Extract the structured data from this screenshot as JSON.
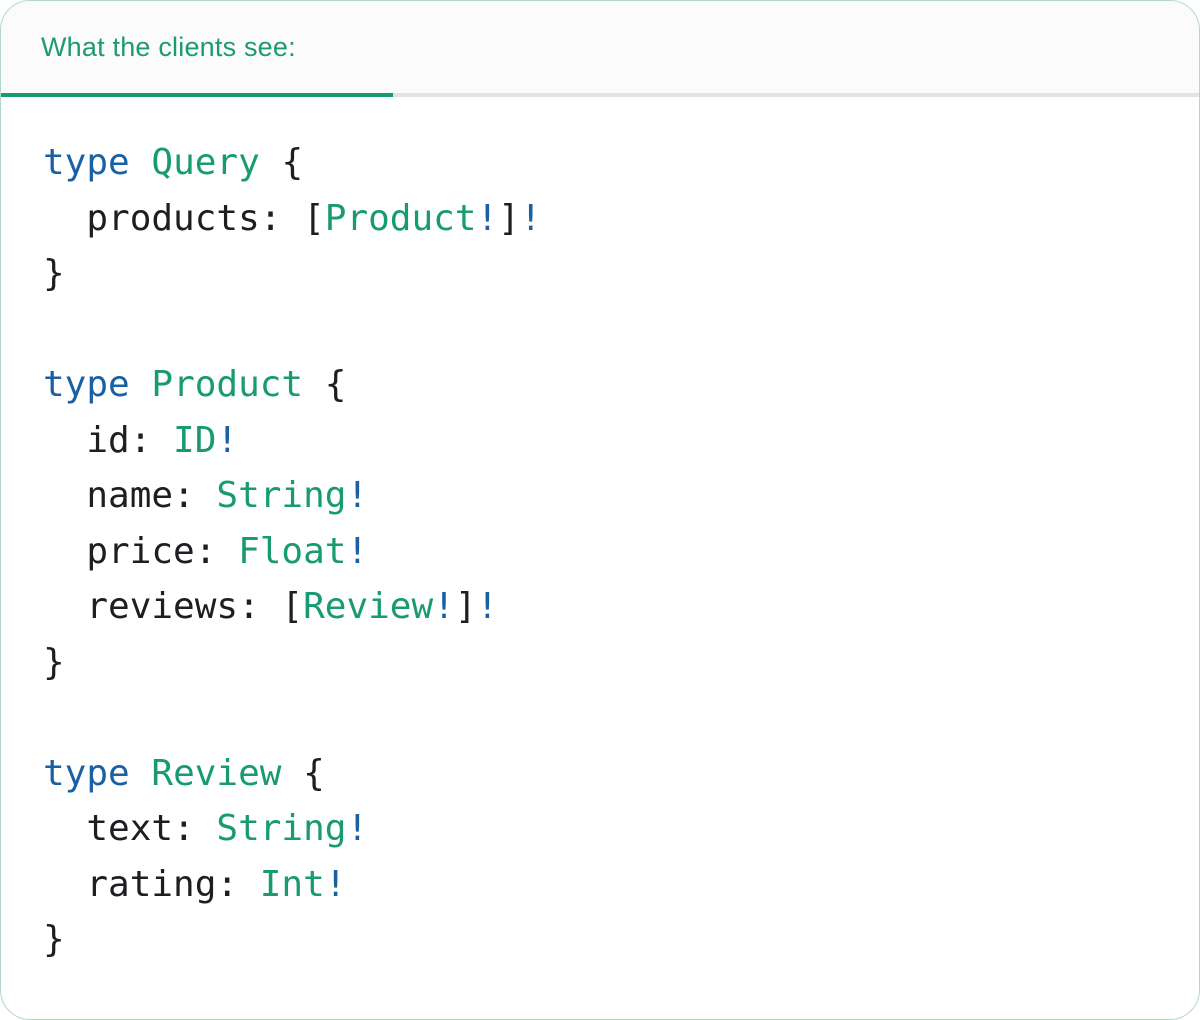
{
  "header": {
    "tab_label": "What the clients see:"
  },
  "colors": {
    "accent_green": "#189a72",
    "keyword_blue": "#1a60a2",
    "type_green": "#189a72",
    "text_dark": "#1c1e21",
    "header_teal": "#1b9a74",
    "tab_inactive_gray": "#e3e3e3",
    "header_bg": "#fbfbfb",
    "card_border": "#b4d8c4",
    "card_bg": "#ffffff"
  },
  "code": {
    "language": "graphql",
    "lines": [
      [
        {
          "text": "type",
          "type": "keyword"
        },
        {
          "text": " ",
          "type": "plain"
        },
        {
          "text": "Query",
          "type": "typename"
        },
        {
          "text": " {",
          "type": "plain"
        }
      ],
      [
        {
          "text": "  products: [",
          "type": "plain"
        },
        {
          "text": "Product",
          "type": "typename"
        },
        {
          "text": "!",
          "type": "bang"
        },
        {
          "text": "]",
          "type": "plain"
        },
        {
          "text": "!",
          "type": "bang"
        }
      ],
      [
        {
          "text": "}",
          "type": "plain"
        }
      ],
      [],
      [
        {
          "text": "type",
          "type": "keyword"
        },
        {
          "text": " ",
          "type": "plain"
        },
        {
          "text": "Product",
          "type": "typename"
        },
        {
          "text": " {",
          "type": "plain"
        }
      ],
      [
        {
          "text": "  id: ",
          "type": "plain"
        },
        {
          "text": "ID",
          "type": "typename"
        },
        {
          "text": "!",
          "type": "bang"
        }
      ],
      [
        {
          "text": "  name: ",
          "type": "plain"
        },
        {
          "text": "String",
          "type": "typename"
        },
        {
          "text": "!",
          "type": "bang"
        }
      ],
      [
        {
          "text": "  price: ",
          "type": "plain"
        },
        {
          "text": "Float",
          "type": "typename"
        },
        {
          "text": "!",
          "type": "bang"
        }
      ],
      [
        {
          "text": "  reviews: [",
          "type": "plain"
        },
        {
          "text": "Review",
          "type": "typename"
        },
        {
          "text": "!",
          "type": "bang"
        },
        {
          "text": "]",
          "type": "plain"
        },
        {
          "text": "!",
          "type": "bang"
        }
      ],
      [
        {
          "text": "}",
          "type": "plain"
        }
      ],
      [],
      [
        {
          "text": "type",
          "type": "keyword"
        },
        {
          "text": " ",
          "type": "plain"
        },
        {
          "text": "Review",
          "type": "typename"
        },
        {
          "text": " {",
          "type": "plain"
        }
      ],
      [
        {
          "text": "  text: ",
          "type": "plain"
        },
        {
          "text": "String",
          "type": "typename"
        },
        {
          "text": "!",
          "type": "bang"
        }
      ],
      [
        {
          "text": "  rating: ",
          "type": "plain"
        },
        {
          "text": "Int",
          "type": "typename"
        },
        {
          "text": "!",
          "type": "bang"
        }
      ],
      [
        {
          "text": "}",
          "type": "plain"
        }
      ]
    ]
  }
}
